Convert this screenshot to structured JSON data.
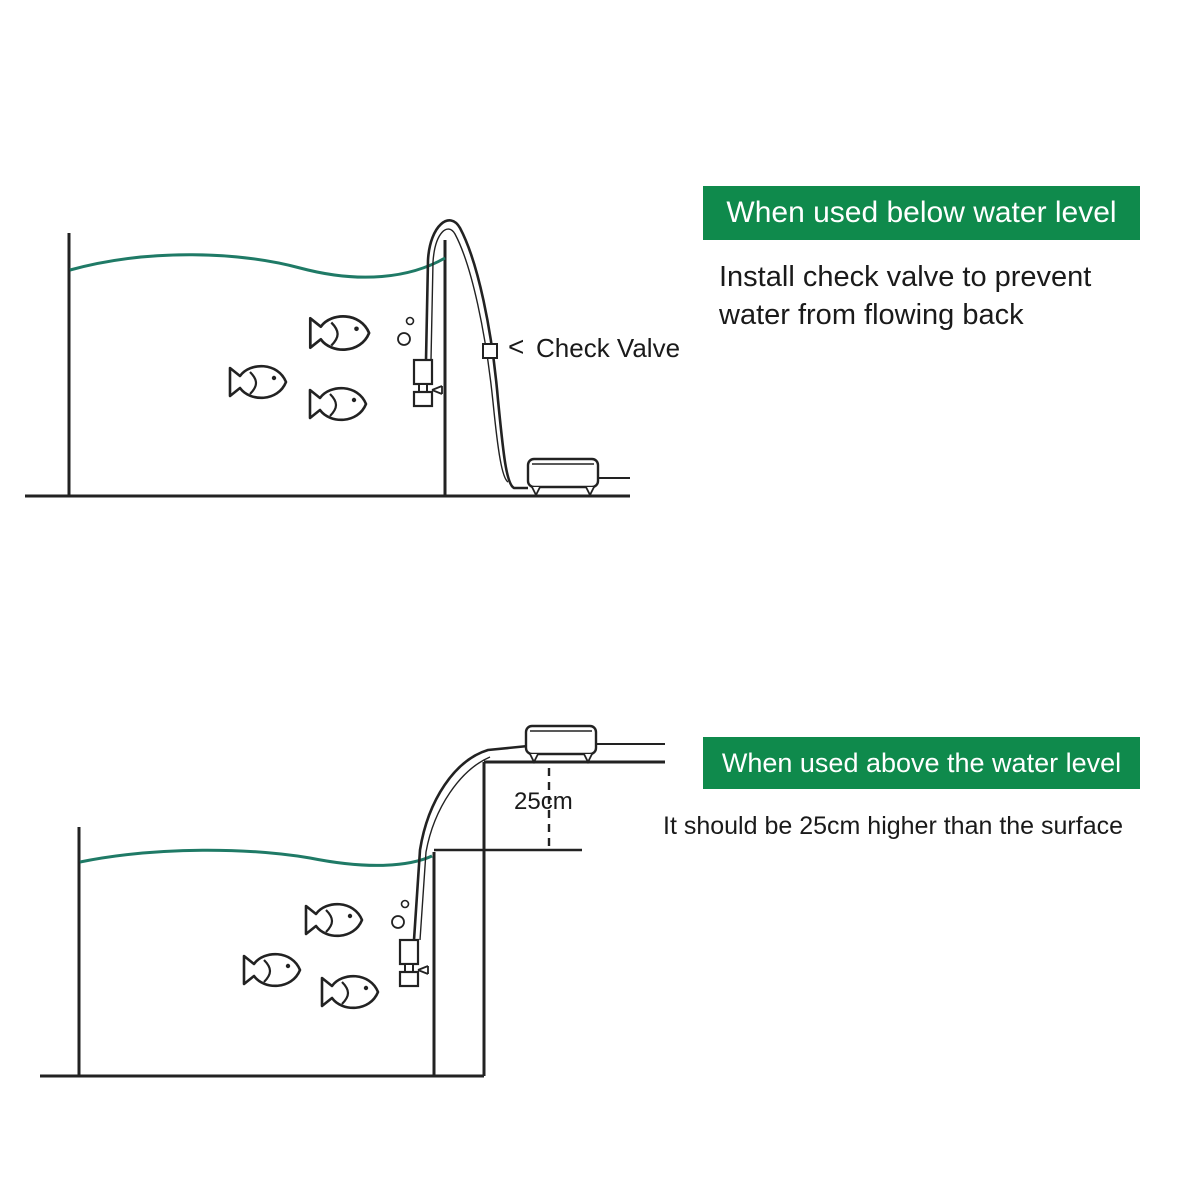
{
  "panels": [
    {
      "label": "When used below water level",
      "description_lines": [
        "Install check valve to prevent",
        "water from flowing back"
      ],
      "callout": "Check Valve",
      "callout_arrow": "<"
    },
    {
      "label": "When used above the water level",
      "description": "It should be 25cm higher than the surface",
      "height_marker": "25cm"
    }
  ],
  "colors": {
    "label_bg": "#0f8a4c",
    "label_text": "#ffffff",
    "water_line": "#1f7a66",
    "line": "#222222"
  }
}
